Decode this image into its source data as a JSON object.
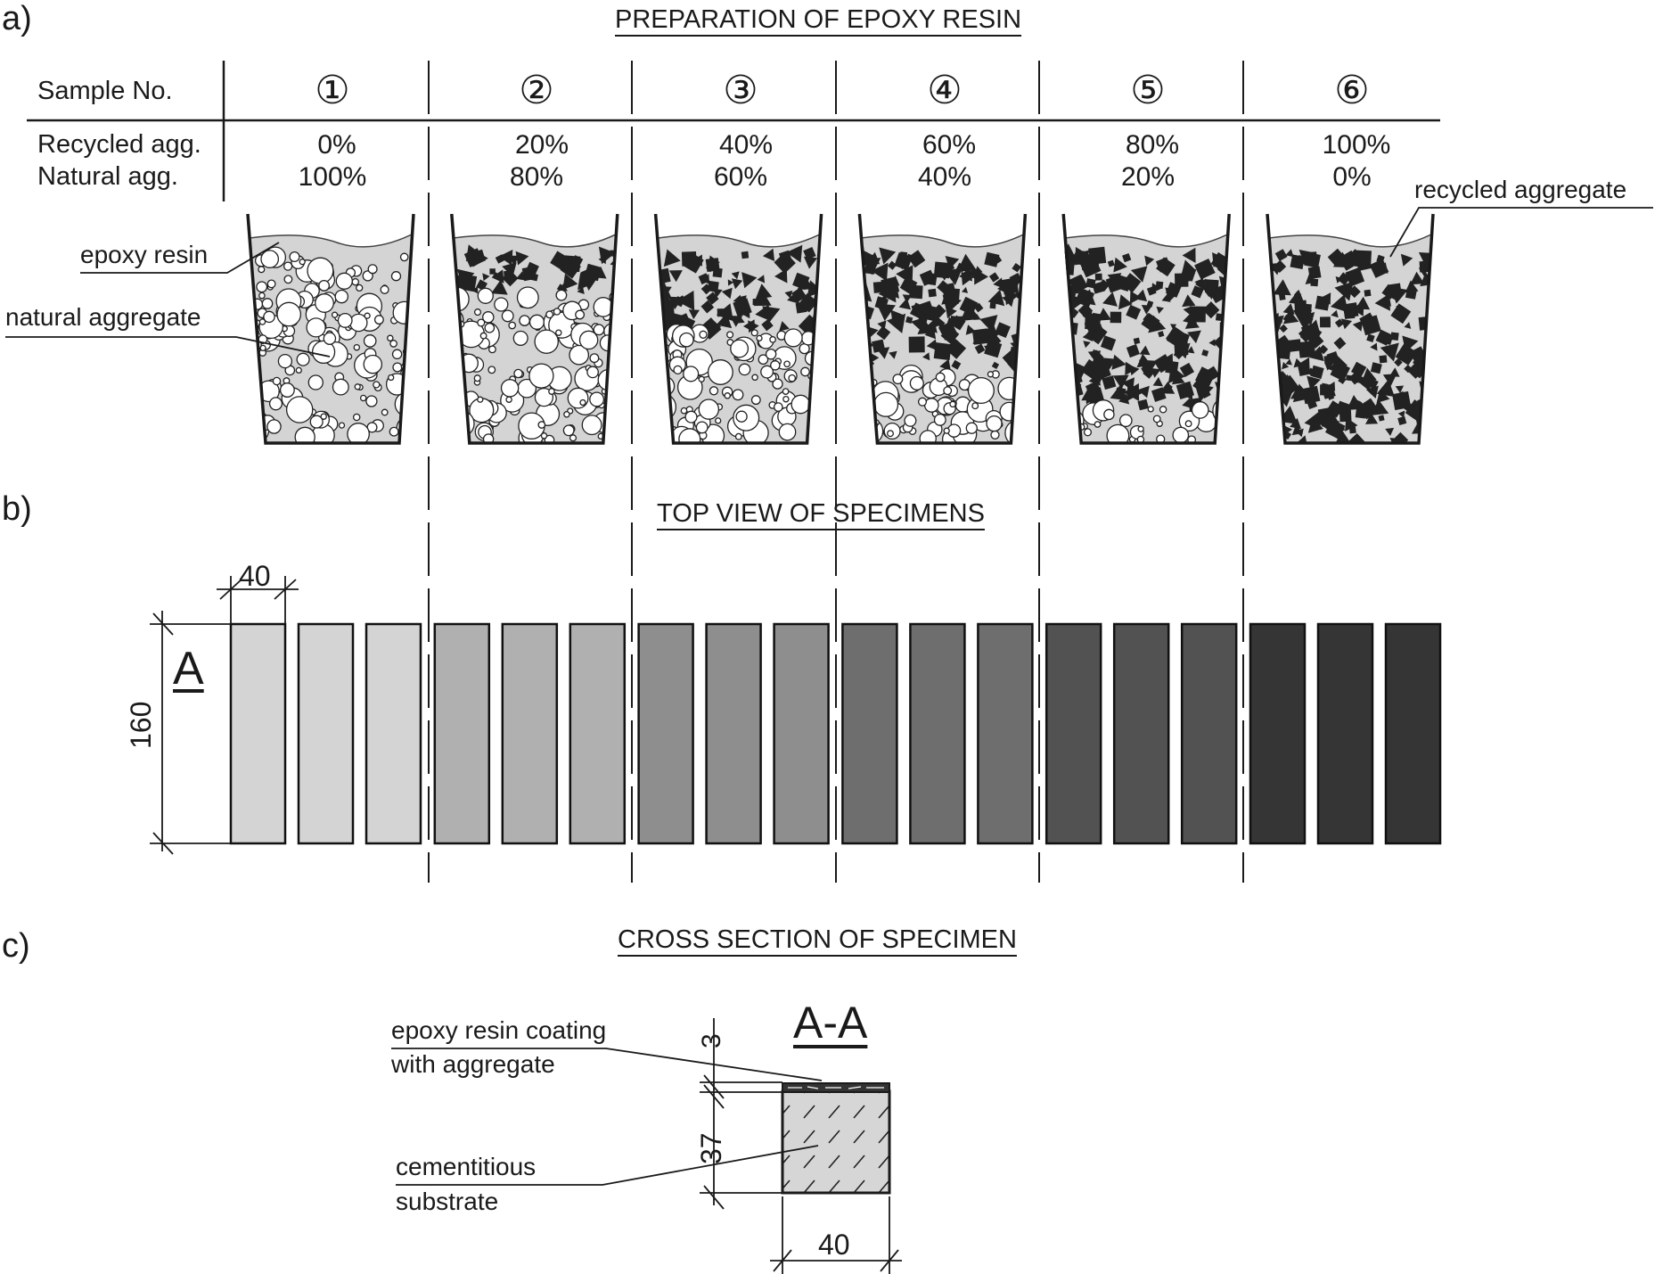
{
  "panels": {
    "a": {
      "label": "a)",
      "title": "PREPARATION OF EPOXY RESIN",
      "table": {
        "row_headers": [
          "Sample No.",
          "Recycled agg.",
          "Natural agg."
        ],
        "samples": [
          {
            "no": "①",
            "recycled": "0%",
            "natural": "100%"
          },
          {
            "no": "②",
            "recycled": "20%",
            "natural": "80%"
          },
          {
            "no": "③",
            "recycled": "40%",
            "natural": "60%"
          },
          {
            "no": "④",
            "recycled": "60%",
            "natural": "40%"
          },
          {
            "no": "⑤",
            "recycled": "80%",
            "natural": "20%"
          },
          {
            "no": "⑥",
            "recycled": "100%",
            "natural": "0%"
          }
        ]
      },
      "callouts": {
        "epoxy_resin": "epoxy resin",
        "natural_aggregate": "natural aggregate",
        "recycled_aggregate": "recycled aggregate"
      }
    },
    "b": {
      "label": "b)",
      "title": "TOP VIEW OF SPECIMENS",
      "dim_width": "40",
      "dim_length": "160",
      "section_mark": "A",
      "specimen_colors": [
        "#d4d4d4",
        "#b0b0b0",
        "#8e8e8e",
        "#6e6e6e",
        "#525252",
        "#353535"
      ]
    },
    "c": {
      "label": "c)",
      "title": "CROSS SECTION OF SPECIMEN",
      "section_title": "A-A",
      "callouts": {
        "coating_line1": "epoxy resin coating",
        "coating_line2": "with aggregate",
        "substrate_line1": "cementitious",
        "substrate_line2": "substrate"
      },
      "dims": {
        "coating": "3",
        "substrate": "37",
        "width": "40"
      }
    }
  },
  "colors": {
    "line": "#1a1a1a",
    "resin": "#d4d4d4",
    "substrate": "#d6d6d6"
  }
}
